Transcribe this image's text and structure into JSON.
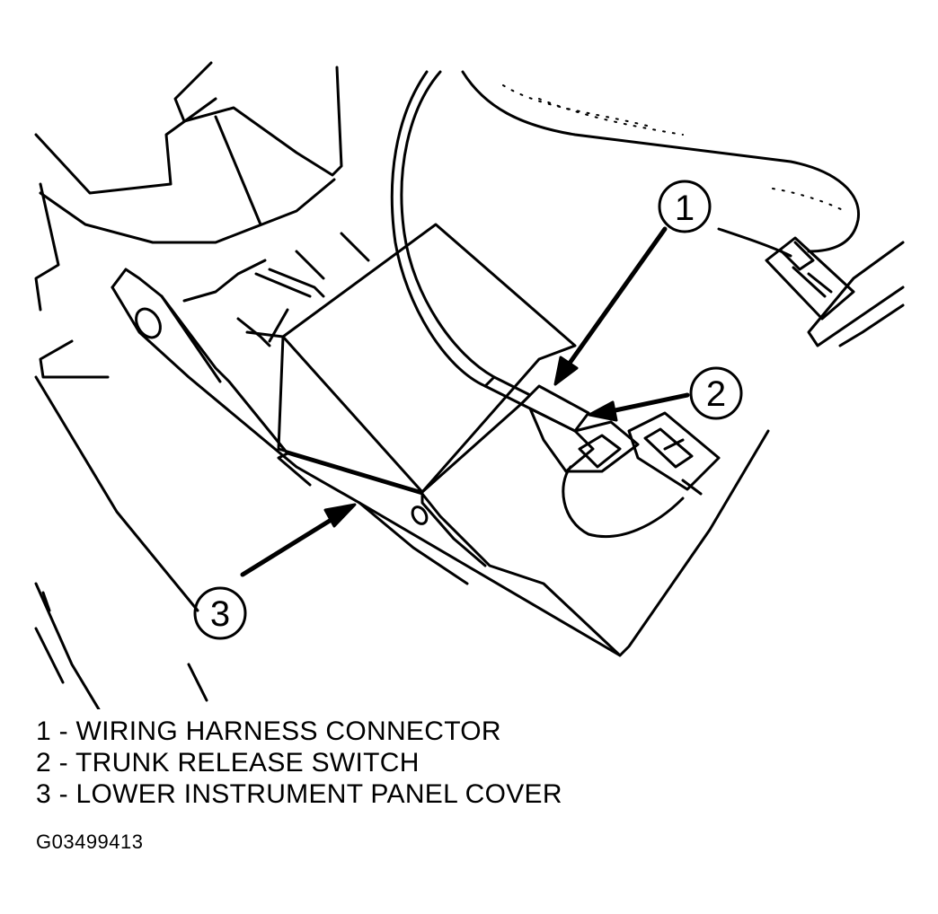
{
  "callouts": [
    {
      "number": "1"
    },
    {
      "number": "2"
    },
    {
      "number": "3"
    }
  ],
  "legend": [
    {
      "text": "1 - WIRING HARNESS CONNECTOR"
    },
    {
      "text": "2 - TRUNK RELEASE SWITCH"
    },
    {
      "text": "3 - LOWER INSTRUMENT PANEL COVER"
    }
  ],
  "figure_id": "G03499413"
}
